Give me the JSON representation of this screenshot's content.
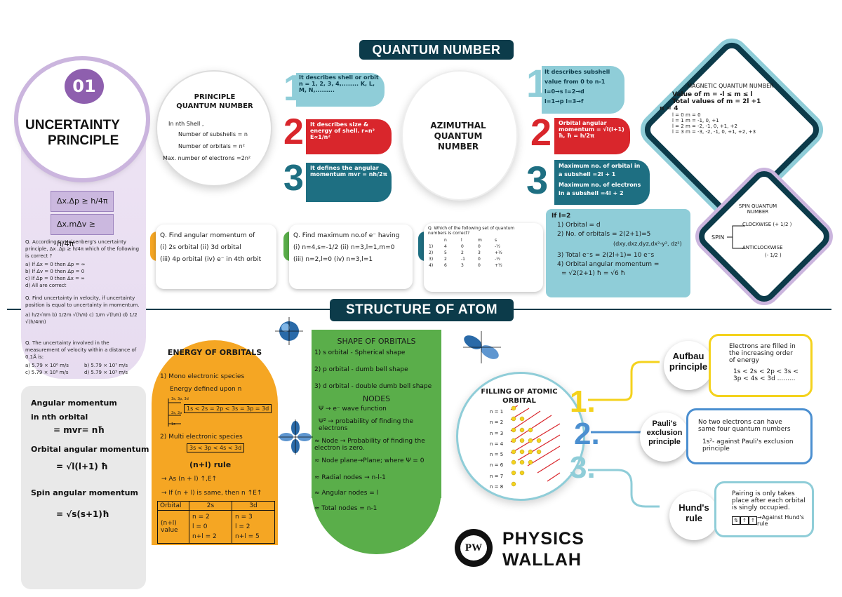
{
  "qn_title": "QUANTUM NUMBER",
  "soa_title": "STRUCTURE OF ATOM",
  "uncertainty": {
    "badge": "01",
    "title_l1": "UNCERTAINTY",
    "title_l2": "PRINCIPLE",
    "eq1": "Δx.Δp ≥ h/4π",
    "eq2": "Δx.mΔv ≥ h/4π",
    "q1": "Q. According to Heisenberg's uncertainty principle, Δx .Δp ≥ h/4π which of the following is correct ?",
    "q1_opts": [
      "a) If Δx = 0 then Δp = ∞",
      "b) If Δv = 0 then Δp = 0",
      "c) If Δp = 0 then Δx = ∞",
      "d) All are correct"
    ],
    "q2": "Q. Find uncertainty in velocity, if uncertainty position is equal to uncertainty in momentum.",
    "q2_opts": "a) h/2√πm  b) 1/2m √(h/π)  c) 1/m √(h/π)  d) 1/2 √(h/4ππ)",
    "q3": "Q. The uncertainty involved in the measurement of velocity within a distance of 0.1Å is:",
    "q3_opts": [
      "a) 5.79 × 10⁶ m/s",
      "b) 5.79 × 10⁷ m/s",
      "c) 5.79 × 10⁸ m/s",
      "d) 5.79 × 10⁵ m/s"
    ]
  },
  "momentum": {
    "t1": "Angular momentum",
    "t1b": "in nth orbital",
    "t1c": "= mvr= nħ",
    "t2": "Orbital angular momentum",
    "t2e": "= √l(l+1) ħ",
    "t3": "Spin angular momentum",
    "t3e": "= √s(s+1)ħ"
  },
  "principal": {
    "title": "PRINCIPLE QUANTUM NUMBER",
    "l1": "In nth Shell ,",
    "l2": "Number of subshells = n",
    "l3": "Number of orbitals = n²",
    "l4": "Max. number of electrons =2n²",
    "n1": "1",
    "n2": "2",
    "n3": "3",
    "s1": "It describes shell or orbit n = 1, 2, 3, 4,........ K, L, M, N,.........",
    "s2": "It describes size & energy of shell. r∝n²   E∝1/n²",
    "s3": "It defines the angular momentum mvr = nh/2π"
  },
  "azimuthal": {
    "title": "AZIMUTHAL QUANTUM NUMBER",
    "n1": "1",
    "n2": "2",
    "n3": "3",
    "s1a": "It describes subshell",
    "s1b": "value from 0 to n-1",
    "s1c": "l=0→s     l=2→d",
    "s1d": "l=1→p     l=3→f",
    "s2": "Orbital angular momentum = √l(l+1) ħ, ħ = h/2π",
    "s3a": "Maximum no. of orbital in a subshell =2l + 1",
    "s3b": "Maximum no. of electrons in a subshell =4l + 2"
  },
  "magnetic": {
    "title": "MAGNETIC QUANTUM NUMBER",
    "l1": "Value of m = -l ≤ m ≤ l",
    "l2": "Total values of m = 2l +1",
    "l3": "n = 4",
    "rows": [
      "l = 0    m = 0",
      "l = 1    m = -1, 0, +1",
      "l = 2    m = -2, -1, 0, +1, +2",
      "l = 3    m = -3, -2, -1, 0, +1, +2, +3"
    ]
  },
  "spin": {
    "title": "SPIN QUANTUM NUMBER",
    "label": "SPIN",
    "cw": "CLOCKWISE (+ 1/2 )",
    "acw": "ANTICLOCKWISE",
    "acw_v": "(- 1/2 )"
  },
  "cards": {
    "c1_q": "Q. Find angular momentum of",
    "c1_a": "(i) 2s orbital   (ii) 3d orbital",
    "c1_b": "(iii) 4p orbital  (iv) e⁻ in 4th orbit",
    "c2_q": "Q. Find maximum no.of e⁻ having",
    "c2_a": "(i) n=4,s=-1/2   (ii) n=3,l=1,m=0",
    "c2_b": "(iii) n=2,l=0    (iv) n=3,l=1",
    "c3_q": "Q. Which of the following set of quantum numbers is correct?",
    "c3_head": [
      "n",
      "l",
      "m",
      "s"
    ],
    "c3_rows": [
      [
        "1)",
        "4",
        "0",
        "0",
        "-½"
      ],
      [
        "2)",
        "5",
        "2",
        "3",
        "+½"
      ],
      [
        "3)",
        "2",
        "-1",
        "0",
        "-½"
      ],
      [
        "4)",
        "6",
        "3",
        "0",
        "+½"
      ]
    ],
    "c4_l1": "If l=2",
    "c4_l2": "1) Orbital = d",
    "c4_l3": "2) No. of orbitals = 2(2+1)=5",
    "c4_l4": "(dxy,dxz,dyz,dx²-y², dz²)",
    "c4_l5": "3) Total e⁻s = 2(2l+1)= 10 e⁻s",
    "c4_l6": "4) Orbital angular momentum =",
    "c4_l7": "= √2(2+1) ħ = √6 ħ"
  },
  "energy": {
    "title": "ENERGY OF ORBITALS",
    "l1": "1) Mono electronic species",
    "l2": "Energy defined upon n",
    "seq1": "1s < 2s = 2p < 3s = 3p = 3d",
    "lbl_a": "3s, 3p, 3d",
    "lbl_b": "2s, 2p",
    "lbl_c": "1s",
    "l3": "2) Multi electronic species",
    "seq2": "3s < 3p < 4s < 3d",
    "rule": "(n+l) rule",
    "r1": "→ As (n + l) ↑,E↑",
    "r2": "→ If (n + l) is same, then n ↑E↑",
    "table_head": [
      "Orbital",
      "2s",
      "3d"
    ],
    "table_lbl": "(n+l) value",
    "col2s": [
      "n = 2",
      "l = 0",
      "n+l = 2"
    ],
    "col3d": [
      "n = 3",
      "l = 2",
      "n+l = 5"
    ]
  },
  "shape": {
    "title": "SHAPE OF ORBITALS",
    "s1": "1) s orbital - Spherical shape",
    "s2": "2) p orbital - dumb bell shape",
    "s3": "3) d orbital - double dumb bell shape",
    "nodes": "NODES",
    "n1": "Ψ → e⁻ wave function",
    "n2": "Ψ² → probability of finding the electrons",
    "n3": "≈ Node → Probability of finding the electron is zero.",
    "n4": "≈ Node plane→Plane; where Ψ = 0",
    "n5": "≈ Radial nodes → n-l-1",
    "n6": "≈ Angular nodes = l",
    "n7": "≈ Total nodes = n-1"
  },
  "filling": {
    "title": "FILLING OF ATOMIC ORBITAL",
    "rows": [
      "n = 1",
      "n = 2",
      "n = 3",
      "n = 4",
      "n = 5",
      "n = 6",
      "n = 7",
      "n = 8"
    ]
  },
  "rules": {
    "aufbau": "Aufbau principle",
    "aufbau_t": "Electrons are filled in the increasing order of energy",
    "aufbau_s": "1s < 2s < 2p < 3s < 3p < 4s < 3d .........",
    "pauli": "Pauli's exclusion principle",
    "pauli_t": "No two electrons can have same four quantum numbers",
    "pauli_s": "1s²- against Pauli's exclusion principle",
    "hund": "Hund's rule",
    "hund_t": "Pairing is only takes place after each orbital is singly occupied.",
    "hund_s": "→Against Hund's rule",
    "n1": "1.",
    "n2": "2.",
    "n3": "3."
  },
  "brand": {
    "l1": "PHYSICS",
    "l2": "WALLAH",
    "logo": "PW"
  },
  "colors": {
    "navy": "#0c3b4a",
    "teal": "#1e6f82",
    "red": "#d9262c",
    "lightblue": "#8fcdd8",
    "green": "#5aae4a",
    "orange": "#f5a623",
    "purple": "#8e5fae",
    "yellow": "#f4d21d"
  }
}
